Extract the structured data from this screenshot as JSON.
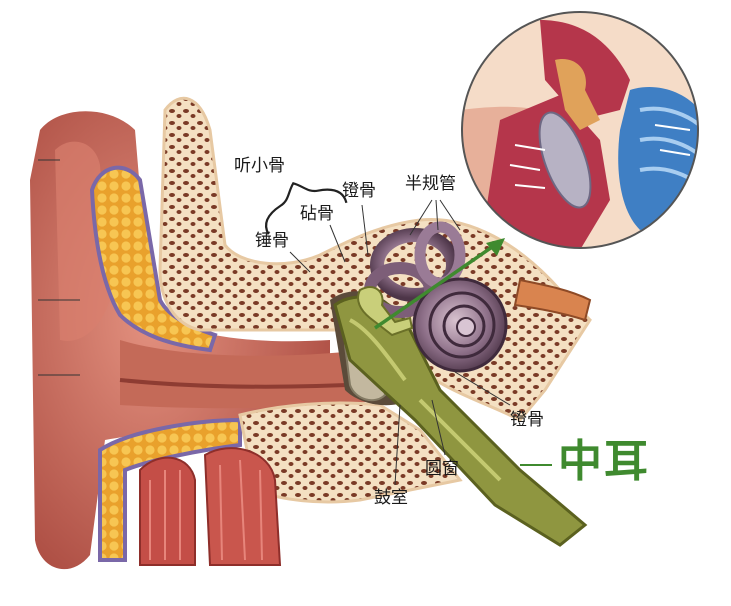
{
  "labels": {
    "ossicles": "听小骨",
    "incus": "砧骨",
    "stapes_top": "镫骨",
    "malleus": "锤骨",
    "semicircular_canals": "半规管",
    "stapes_right": "镫骨",
    "round_window": "圆窗",
    "tympanic_cavity": "鼓室",
    "middle_ear": "中耳"
  },
  "colors": {
    "accent_green": "#3f8a2f",
    "skin": "#c96a5c",
    "bone": "#f1d9b8",
    "fat": "#f0b43c",
    "cochlea": "#8a6f86",
    "tube_green": "#9aa24a",
    "inset_blue": "#3f7fc4"
  }
}
